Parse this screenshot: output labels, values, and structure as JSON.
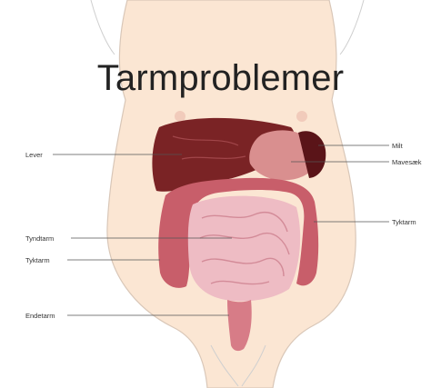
{
  "title": "Tarmproblemer",
  "labels": {
    "lever": "Lever",
    "milt": "Milt",
    "mavesaek": "Mavesæk",
    "tyndtarm": "Tyndtarm",
    "tyktarm_left": "Tyktarm",
    "tyktarm_right": "Tyktarm",
    "endetarm": "Endetarm"
  },
  "colors": {
    "skin": "#fbe6d3",
    "skin_outline": "#d9c7b8",
    "liver": "#7a2325",
    "spleen": "#5a1418",
    "stomach": "#d98f8f",
    "colon": "#c85e6a",
    "small_intestine": "#eebcc4",
    "rectum": "#d77c87",
    "leader_line": "#555555"
  }
}
